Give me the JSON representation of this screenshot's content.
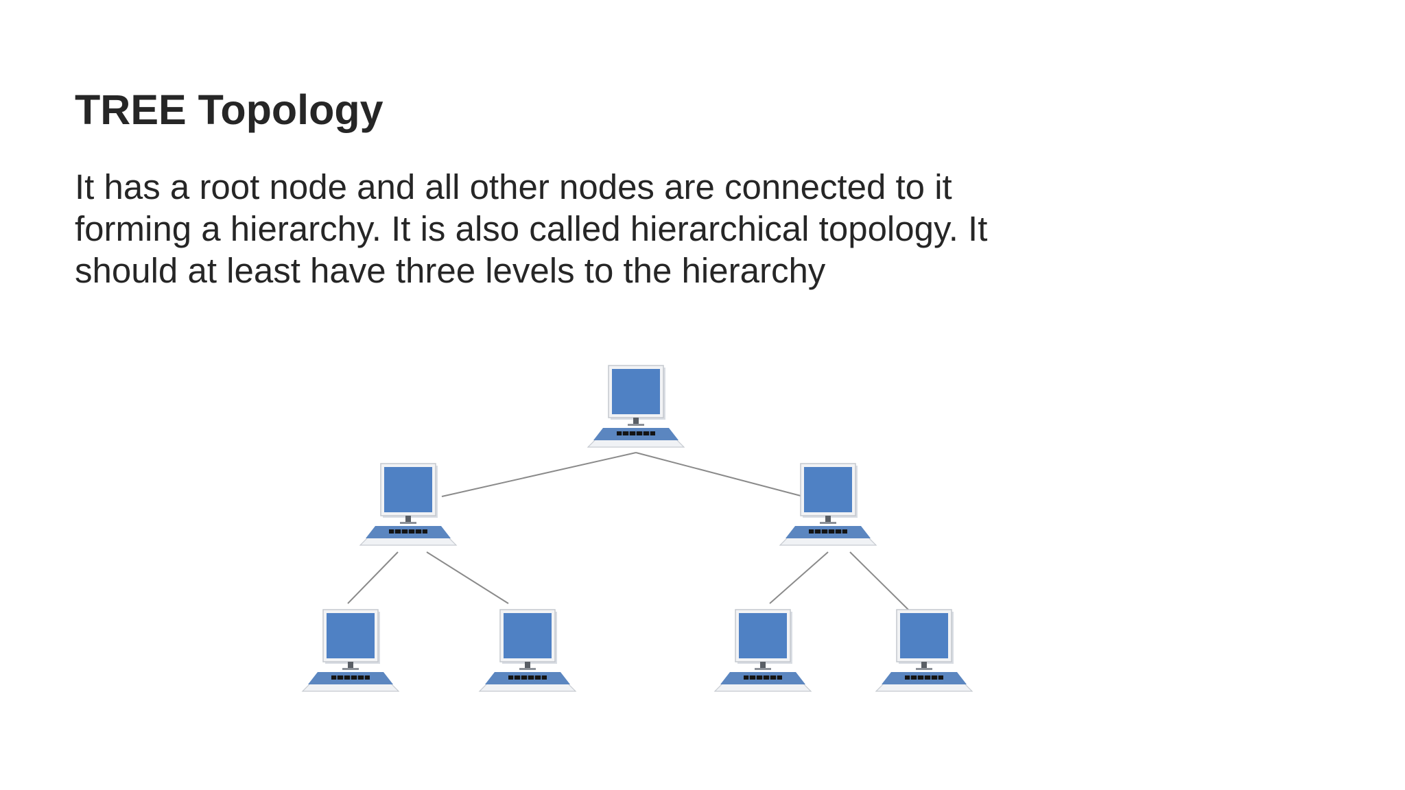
{
  "slide": {
    "title": "TREE Topology",
    "body_lines": [
      "It has a root node and all other nodes are connected to it",
      "forming a hierarchy. It is also called hierarchical topology. It",
      "should at least have three levels to the hierarchy"
    ]
  },
  "diagram": {
    "topology": "tree",
    "levels": 3,
    "nodes": [
      {
        "id": "root",
        "level": 1,
        "icon": "computer-icon"
      },
      {
        "id": "mid-left",
        "level": 2,
        "parent": "root",
        "icon": "computer-icon"
      },
      {
        "id": "mid-right",
        "level": 2,
        "parent": "root",
        "icon": "computer-icon"
      },
      {
        "id": "leaf-1",
        "level": 3,
        "parent": "mid-left",
        "icon": "computer-icon"
      },
      {
        "id": "leaf-2",
        "level": 3,
        "parent": "mid-left",
        "icon": "computer-icon"
      },
      {
        "id": "leaf-3",
        "level": 3,
        "parent": "mid-right",
        "icon": "computer-icon"
      },
      {
        "id": "leaf-4",
        "level": 3,
        "parent": "mid-right",
        "icon": "computer-icon"
      }
    ],
    "colors": {
      "screen": "#4f81c4",
      "keyboard": "#5b86c0",
      "link": "#8a8a8a"
    }
  }
}
